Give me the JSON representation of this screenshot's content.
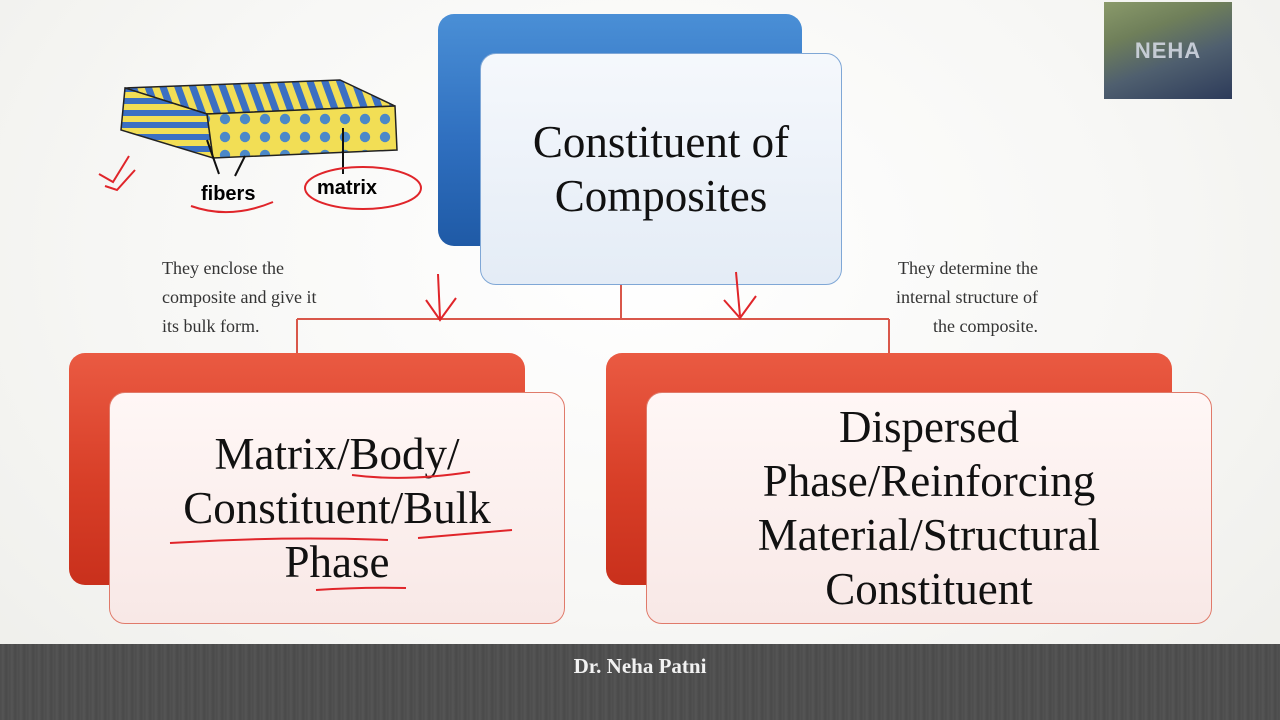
{
  "diagram": {
    "top_node": "Constituent of Composites",
    "left_node": "Matrix/Body/ Constituent/Bulk Phase",
    "right_node": "Dispersed Phase/Reinforcing Material/Structural Constituent",
    "left_note": [
      "They enclose the",
      "composite and give it",
      "its bulk form."
    ],
    "right_note": [
      "They determine the",
      "internal structure of",
      "the composite."
    ]
  },
  "illustration": {
    "label_fibers": "fibers",
    "label_matrix": "matrix"
  },
  "logo": {
    "text": "NEHA"
  },
  "footer": {
    "author": "Dr. Neha Patni"
  },
  "colors": {
    "top_accent": "#2f6fbf",
    "bottom_accent": "#d83f28",
    "annotation": "#e0252a"
  }
}
